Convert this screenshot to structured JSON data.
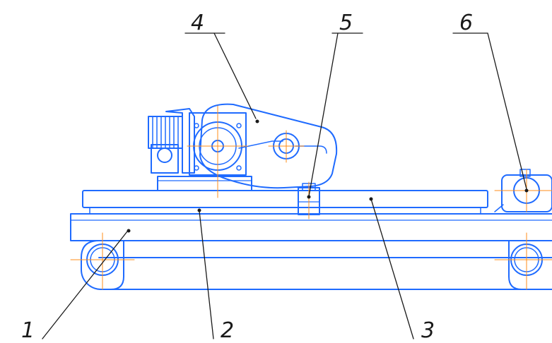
{
  "colors": {
    "line": "#1f6bff",
    "leader": "#1a1a1a",
    "axis": "#ff8c1a",
    "background": "#ffffff"
  },
  "callouts": [
    {
      "id": "1",
      "text": "1"
    },
    {
      "id": "2",
      "text": "2"
    },
    {
      "id": "3",
      "text": "3"
    },
    {
      "id": "4",
      "text": "4"
    },
    {
      "id": "5",
      "text": "5"
    },
    {
      "id": "6",
      "text": "6"
    }
  ]
}
